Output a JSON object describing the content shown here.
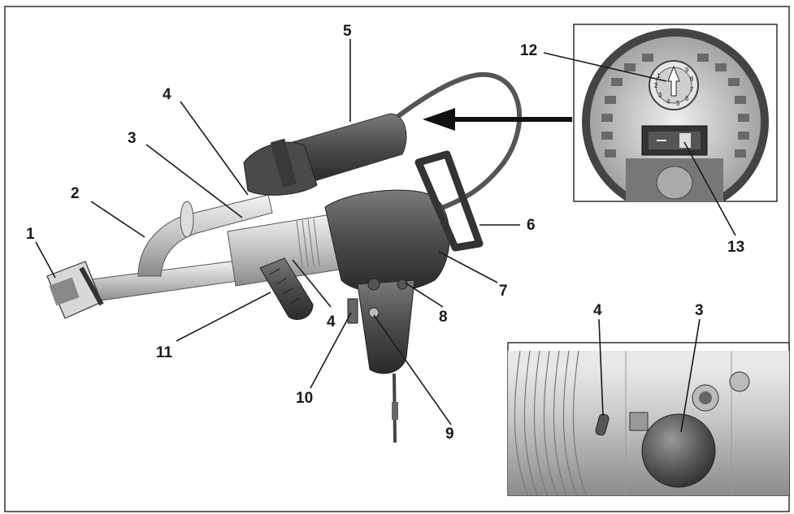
{
  "figure": {
    "callouts": [
      "1",
      "2",
      "3",
      "4",
      "5",
      "6",
      "7",
      "8",
      "9",
      "10",
      "11",
      "12",
      "13",
      "4",
      "4",
      "3"
    ],
    "inset_control": {
      "dial_numbers": [
        "1",
        "2",
        "3",
        "4",
        "5",
        "6",
        "7",
        "8",
        "9"
      ]
    }
  }
}
